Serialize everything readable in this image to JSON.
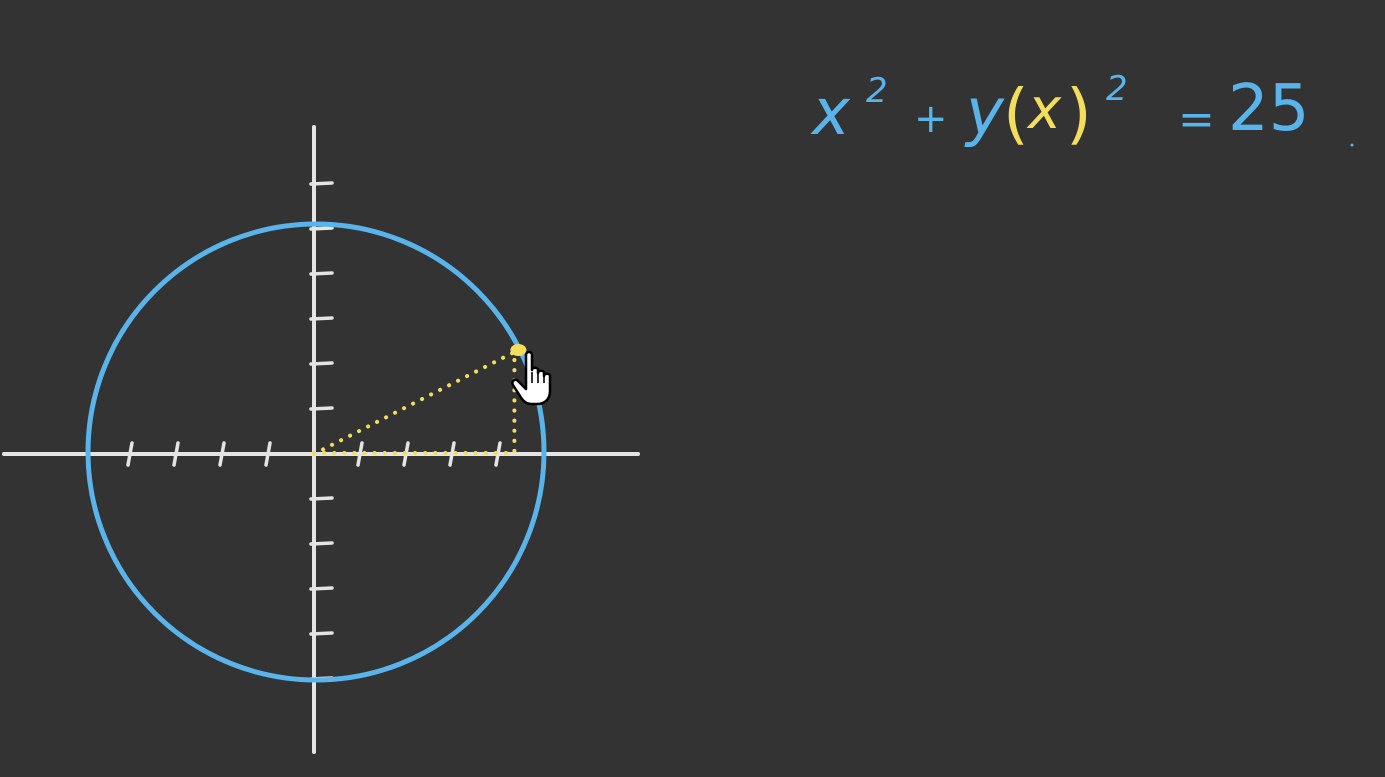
{
  "board": {
    "background": "#333333"
  },
  "colors": {
    "circle": "#5ab4ec",
    "axes": "#e4e4e4",
    "highlight": "#f2de5c",
    "equation_blue": "#5ab4ec",
    "equation_yellow": "#f2de5c"
  },
  "diagram": {
    "radius": 5,
    "x_ticks": [
      -4,
      -3,
      -2,
      -1,
      1,
      2,
      3,
      4
    ],
    "y_ticks": [
      -5,
      -4,
      -3,
      -2,
      -1,
      1,
      2,
      3,
      4,
      5,
      6
    ],
    "point": {
      "x": 4.4,
      "y": 2.4
    },
    "cursor_icon": "hand-pointer-icon"
  },
  "equation": {
    "x_var": "x",
    "x_exp": "2",
    "plus": "+",
    "y_func": "y",
    "open_paren": "(",
    "inner_var": "x",
    "close_paren": ")",
    "y_exp": "2",
    "equals": "=",
    "rhs": "25"
  }
}
